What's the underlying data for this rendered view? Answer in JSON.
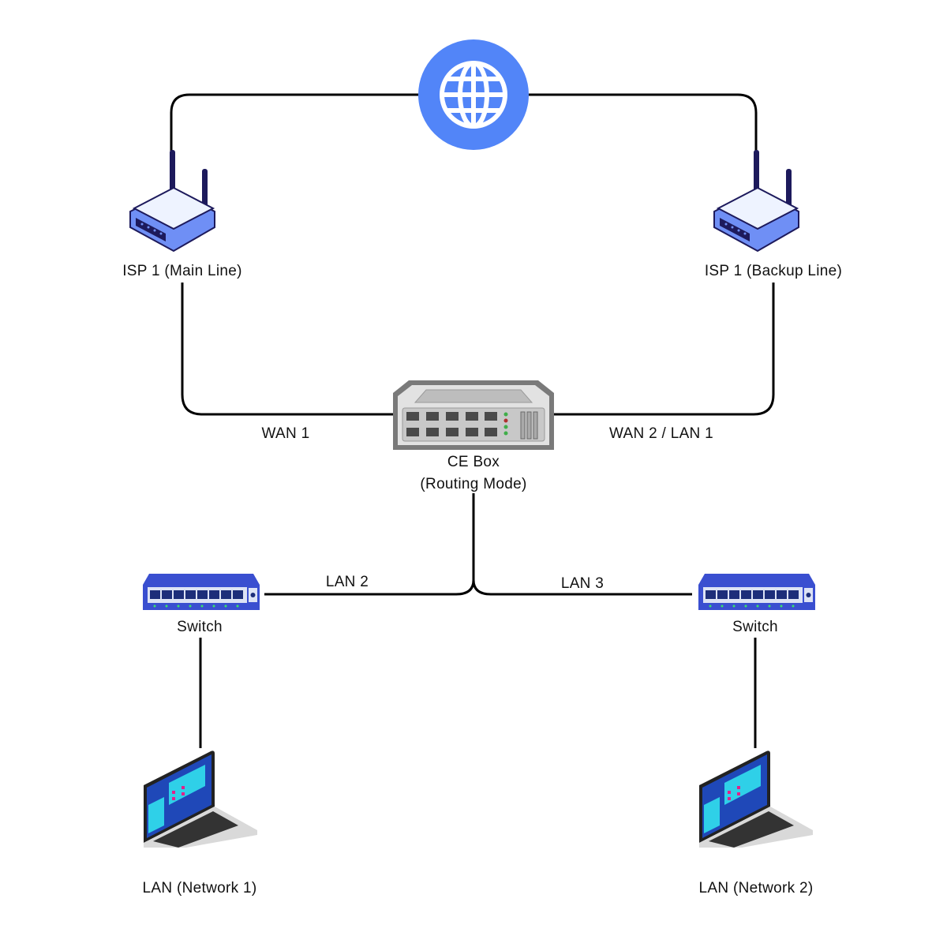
{
  "nodes": {
    "internet": {
      "icon": "globe-icon",
      "color": "#5285f8"
    },
    "isp_main": {
      "label": "ISP 1 (Main Line)",
      "icon": "router-icon"
    },
    "isp_backup": {
      "label": "ISP 1 (Backup Line)",
      "icon": "router-icon"
    },
    "ce_box": {
      "label_line1": "CE Box",
      "label_line2": "(Routing Mode)",
      "icon": "network-appliance-icon"
    },
    "switch_left": {
      "label": "Switch",
      "icon": "switch-icon",
      "color": "#3a4fd0"
    },
    "switch_right": {
      "label": "Switch",
      "icon": "switch-icon",
      "color": "#3a4fd0"
    },
    "lan_1": {
      "label": "LAN (Network 1)",
      "icon": "laptop-icon"
    },
    "lan_2": {
      "label": "LAN (Network 2)",
      "icon": "laptop-icon"
    }
  },
  "links": {
    "wan1": "WAN 1",
    "wan2": "WAN 2 / LAN 1",
    "lan2": "LAN 2",
    "lan3": "LAN 3"
  }
}
